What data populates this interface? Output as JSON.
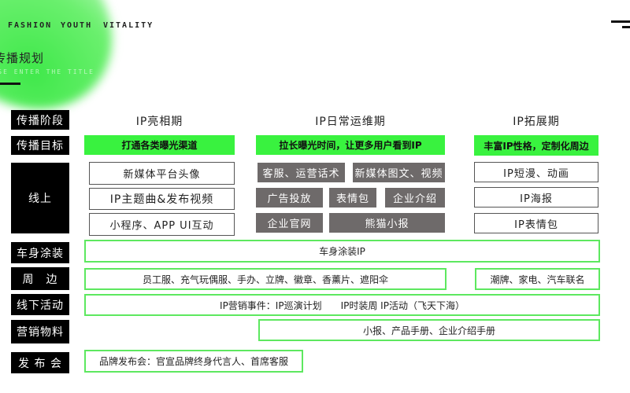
{
  "header": {
    "tags": [
      "FASHION",
      "YOUTH",
      "VITALITY"
    ],
    "title": "传播规划",
    "subtitle": "PLEASE ENTER THE TITLE"
  },
  "colors": {
    "accent": "#39f23f",
    "gray_box": "#6e6a6a",
    "label_bg": "#000000"
  },
  "rows": {
    "stage": "传播阶段",
    "goal": "传播目标",
    "online": "线上",
    "car": "车身涂装",
    "merch": "周　边",
    "offline": "线下活动",
    "material": "营销物料",
    "launch": "发 布 会"
  },
  "stages": [
    {
      "name": "IP亮相期",
      "goal": "打通各类曝光渠道",
      "online": [
        "新媒体平台头像",
        "IP主题曲&发布视频",
        "小程序、APP UI互动"
      ]
    },
    {
      "name": "IP日常运维期",
      "goal": "拉长曝光时间，让更多用户看到IP",
      "online": [
        "客服、运营话术",
        "新媒体图文、视频",
        "广告投放",
        "表情包",
        "企业介绍",
        "企业官网",
        "熊猫小报"
      ]
    },
    {
      "name": "IP拓展期",
      "goal": "丰富IP性格，定制化周边",
      "online": [
        "IP短漫、动画",
        "IP海报",
        "IP表情包"
      ]
    }
  ],
  "car_text": "车身涂装IP",
  "merch_texts": [
    "员工服、充气玩偶服、手办、立牌、徽章、香薰片、遮阳伞",
    "潮牌、家电、汽车联名"
  ],
  "offline_text": "IP营销事件：IP巡演计划　　IP时装周 IP活动（飞天下海）",
  "material_text": "小报、产品手册、企业介绍手册",
  "launch_text": "品牌发布会：官宣品牌终身代言人、首席客服"
}
